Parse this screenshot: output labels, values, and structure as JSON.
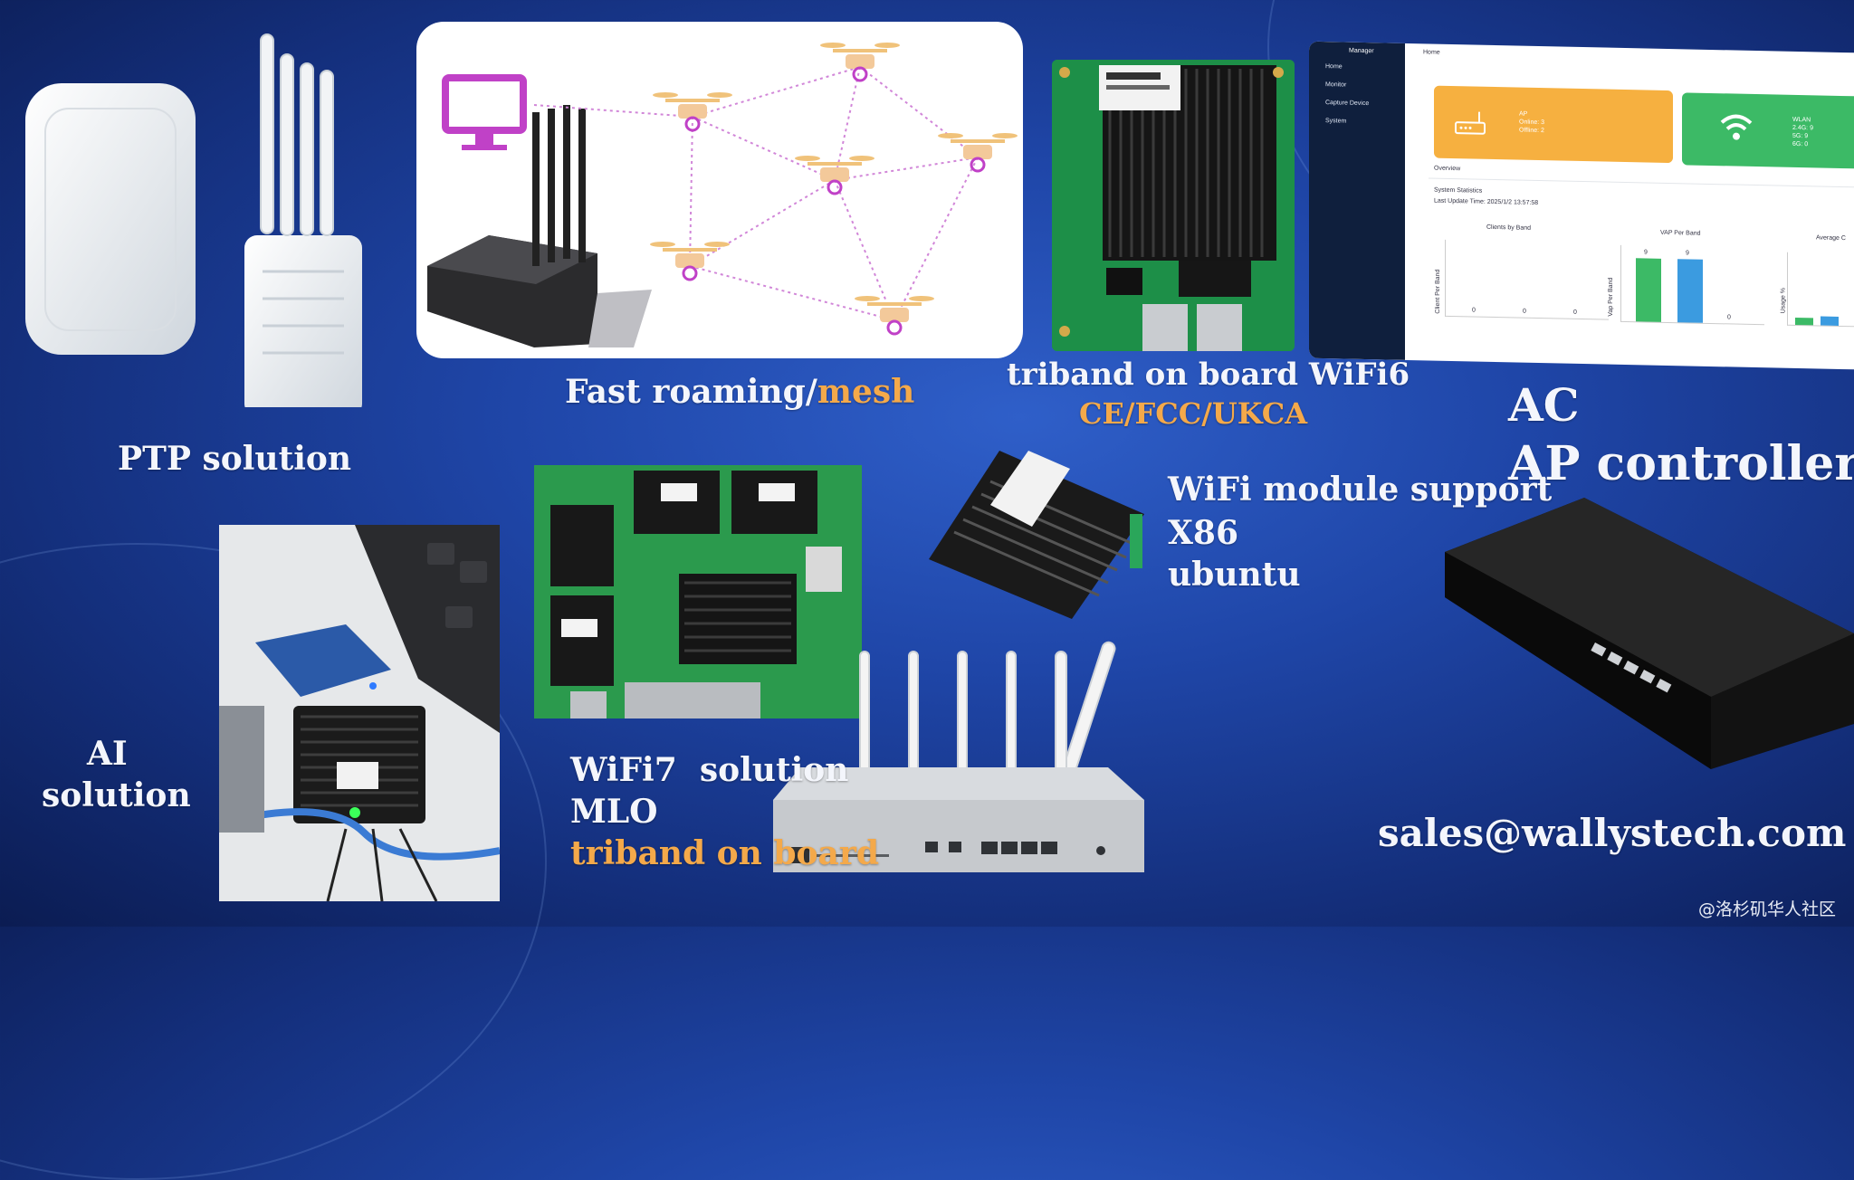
{
  "labels": {
    "ptp": "PTP solution",
    "fast_roaming": "Fast roaming/",
    "mesh": "mesh",
    "triband_wifi6": "triband on board WiFi6",
    "certifications": "CE/FCC/UKCA",
    "ac": "AC",
    "ap_controller": "AP controller",
    "wifi_module_support": "WiFi module support",
    "x86": "X86",
    "ubuntu": "ubuntu",
    "ai": "AI",
    "ai_solution": "solution",
    "wifi7_solution": "WiFi7  solution",
    "mlo": "MLO",
    "triband_on_board": "triband on board",
    "email": "sales@wallystech.com",
    "watermark": "@洛杉矶华人社区"
  },
  "dashboard": {
    "brand": "Manager",
    "breadcrumb": "Home",
    "nav": [
      "Home",
      "Monitor",
      "Capture Device",
      "System"
    ],
    "ap_card": {
      "title": "AP",
      "online": "Online: 3",
      "offline": "Offline: 2"
    },
    "wlan_card": {
      "title": "WLAN",
      "line1": "2.4G: 9",
      "line2": "5G: 9",
      "line3": "6G: 0"
    },
    "overview": "Overview",
    "system_statistics": "System Statistics",
    "last_update": "Last Update Time: 2025/1/2 13:57:58",
    "charts": [
      "Clients by Band",
      "VAP Per Band",
      "Average C"
    ],
    "axis_labels": [
      "Client Per Band",
      "Vap Per Band",
      "Usage %"
    ],
    "vap_values": [
      "9",
      "9",
      "0"
    ],
    "client_values": [
      "0",
      "0",
      "0"
    ]
  },
  "colors": {
    "orange_accent": "#f4a94a",
    "ap_card": "#f6b040",
    "wlan_card": "#3cba66",
    "bar_green": "#3cba66",
    "bar_blue": "#3b9be0",
    "sidebar": "#0f1f3d"
  }
}
